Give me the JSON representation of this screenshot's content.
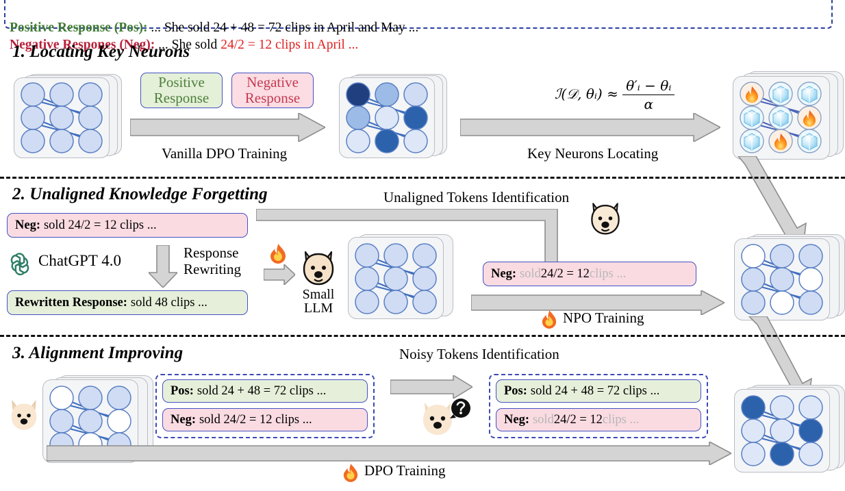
{
  "example_box": {
    "positive_label": "Positive Response (Pos):",
    "positive_text_a": " ... She sold 24 + 48 = 72 clips in April and May ...",
    "negative_label": "Negative Respones (Neg):",
    "negative_text_a": " ... She sold ",
    "negative_text_red": "24/2 = 12 clips in April ...",
    "colors": {
      "positive": "#3f7a33",
      "negative": "#b8203a",
      "highlight": "#e02020",
      "border": "#2b3fa0"
    }
  },
  "sections": {
    "s1": {
      "title": "1. Locating Key Neurons"
    },
    "s2": {
      "title": "2. Unaligned Knowledge Forgetting"
    },
    "s3": {
      "title": "3. Alignment Improving"
    }
  },
  "stage1": {
    "positive_box": "Positive\nResponse",
    "positive_box_l1": "Positive",
    "positive_box_l2": "Response",
    "negative_box_l1": "Negative",
    "negative_box_l2": "Response",
    "arrow1_caption": "Vanilla DPO Training",
    "arrow2_caption": "Key Neurons Locating",
    "formula": {
      "lhs": "ℐ(𝒟, θᵢ) ≈",
      "numerator": "θ′ᵢ − θᵢ",
      "denominator": "α"
    },
    "network_key_neurons": {
      "fire_positions": [
        [
          0,
          0
        ],
        [
          1,
          2
        ],
        [
          2,
          1
        ]
      ],
      "icon_fire": "fire-icon",
      "icon_ice": "ice-cube-icon"
    }
  },
  "stage2": {
    "neg_box": {
      "label": "Neg:",
      "text": "sold 24/2 = 12 clips ..."
    },
    "gpt_label": "ChatGPT 4.0",
    "gpt_icon": "openai-logo-icon",
    "rewrite_caption_l1": "Response",
    "rewrite_caption_l2": "Rewriting",
    "rewritten_box": {
      "label": "Rewritten Response:",
      "text": "sold 48 clips ..."
    },
    "small_llm_l1": "Small",
    "small_llm_l2": "LLM",
    "small_llm_icon": "llama-icon",
    "identify_caption": "Unaligned Tokens Identification",
    "masked_neg_box": {
      "label": "Neg:",
      "dim1": "sold ",
      "keep": "24/2 = 12",
      "dim2": " clips ..."
    },
    "npo_caption": "NPO Training",
    "npo_icon": "fire-icon"
  },
  "stage3": {
    "noisy_caption": "Noisy Tokens Identification",
    "pair_left": {
      "pos": {
        "label": "Pos:",
        "text": "sold 24 + 48 = 72 clips ..."
      },
      "neg": {
        "label": "Neg:",
        "text": "sold 24/2 = 12 clips ..."
      }
    },
    "pair_right": {
      "pos": {
        "label": "Pos:",
        "text": "sold 24 + 48 = 72 clips ..."
      },
      "neg": {
        "label": "Neg:",
        "dim1": "sold ",
        "keep": "24/2 = 12",
        "dim2": " clips ..."
      }
    },
    "llama_question_icon": "llama-question-icon",
    "llama_icon": "llama-icon",
    "dpo_caption": "DPO Training",
    "dpo_icon": "fire-icon"
  },
  "palette": {
    "node_light": "#cfdcf3",
    "node_white": "#ffffff",
    "node_dark": "#1f4a8f",
    "node_mid": "#7ba0d8",
    "edge": "#3f6fc0",
    "sheet": "#f2f3f5",
    "sheet_border": "#b9bcc2",
    "arrow_fill": "#d4d4d4",
    "arrow_stroke": "#8d8d8d"
  }
}
